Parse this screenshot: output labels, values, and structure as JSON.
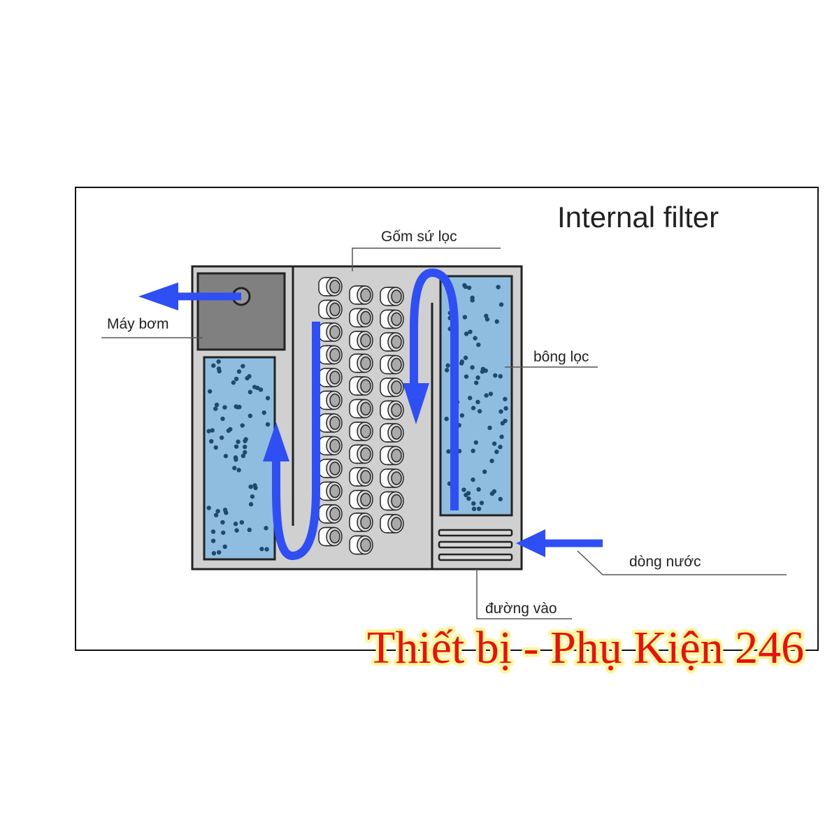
{
  "title": "Internal filter",
  "labels": {
    "ceramic": "Gốm sứ lọc",
    "pump": "Máy bơm",
    "sponge": "bông lọc",
    "flow": "dòng nước",
    "inlet": "đường vào"
  },
  "watermark": "Thiết bị - Phụ Kiện 246",
  "colors": {
    "arrow": "#2f4ff5",
    "sponge": "#8fbde0",
    "body": "#d0d0d0",
    "pump": "#808080",
    "watermark": "#e8110f"
  }
}
